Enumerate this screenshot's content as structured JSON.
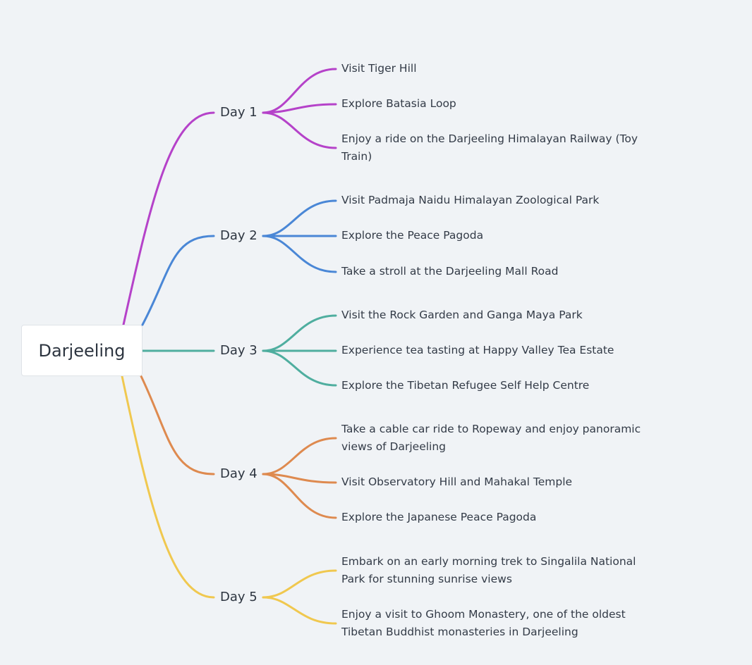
{
  "root": {
    "label": "Darjeeling"
  },
  "days": [
    {
      "label": "Day 1",
      "color": "#b542c9",
      "items": [
        "Visit Tiger Hill",
        "Explore Batasia Loop",
        "Enjoy a ride on the Darjeeling Himalayan Railway (Toy Train)"
      ]
    },
    {
      "label": "Day 2",
      "color": "#4a87d6",
      "items": [
        "Visit Padmaja Naidu Himalayan Zoological Park",
        "Explore the Peace Pagoda",
        "Take a stroll at the Darjeeling Mall Road"
      ]
    },
    {
      "label": "Day 3",
      "color": "#4fae9f",
      "items": [
        "Visit the Rock Garden and Ganga Maya Park",
        "Experience tea tasting at Happy Valley Tea Estate",
        "Explore the Tibetan Refugee Self Help Centre"
      ]
    },
    {
      "label": "Day 4",
      "color": "#de8a4f",
      "items": [
        "Take a cable car ride to Ropeway and enjoy panoramic views of Darjeeling",
        "Visit Observatory Hill and Mahakal Temple",
        "Explore the Japanese Peace Pagoda"
      ]
    },
    {
      "label": "Day 5",
      "color": "#f0c84f",
      "items": [
        "Embark on an early morning trek to Singalila National Park for stunning sunrise views",
        "Enjoy a visit to Ghoom Monastery, one of the oldest Tibetan Buddhist monasteries in Darjeeling"
      ]
    }
  ]
}
